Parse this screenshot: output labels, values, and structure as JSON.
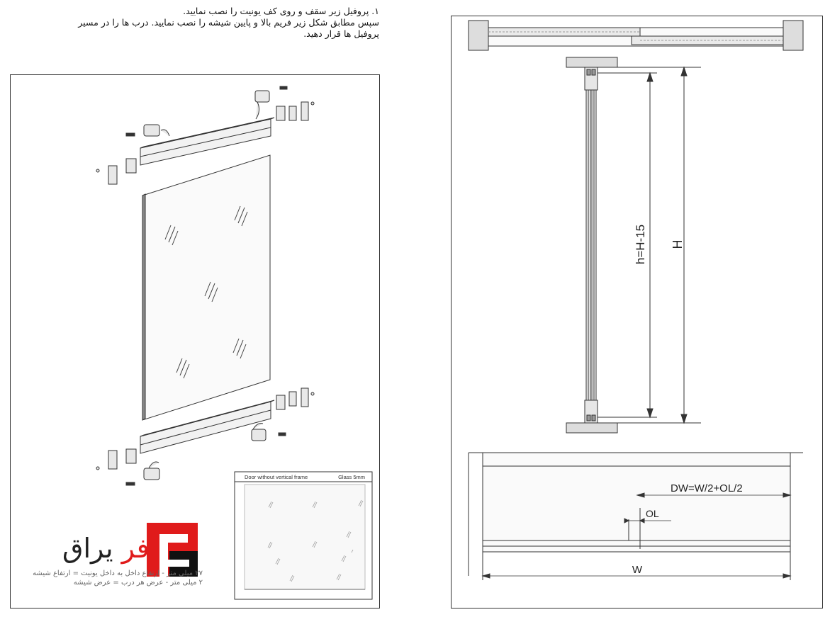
{
  "instructions": {
    "line1": "۱. پروفیل زیر سقف و روی کف یونیت را نصب نمایید.",
    "line2": "سپس مطابق شکل زیر فریم بالا و پایین شیشه را نصب نمایید. درب ها را در مسیر",
    "line3": "پروفیل ها قرار دهید."
  },
  "inset": {
    "label_left": "Door without vertical frame",
    "label_right": "Glass 5mm"
  },
  "logo": {
    "text_red": "فر",
    "text_dark": " یراق"
  },
  "notes": {
    "line1": "۲۷ میلی متر - ارتفاع داخل به داخل یونیت = ارتفاع شیشه",
    "line2": "۲ میلی متر - عرض هر درب = عرض شیشه"
  },
  "dimensions": {
    "h_label": "h=H-15",
    "H_label": "H",
    "dw_label": "DW=W/2+OL/2",
    "ol_label": "OL",
    "w_label": "W"
  },
  "colors": {
    "logo_red": "#e01b1b",
    "line": "#333333"
  }
}
